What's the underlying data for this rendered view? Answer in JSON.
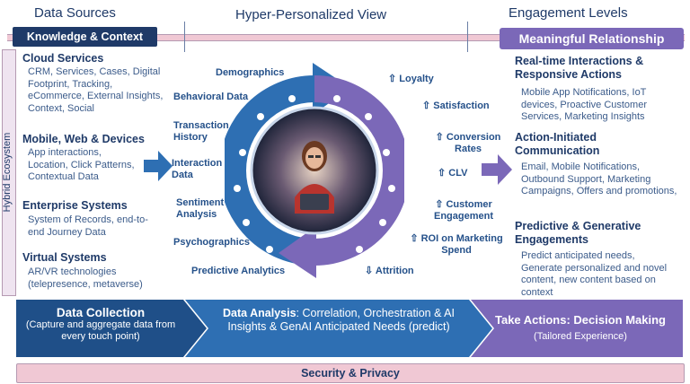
{
  "headers": {
    "data_sources": "Data Sources",
    "hyper_view": "Hyper-Personalized View",
    "engagement_levels": "Engagement Levels",
    "knowledge_context": "Knowledge & Context",
    "meaningful_relationship": "Meaningful Relationship",
    "hybrid_ecosystem": "Hybrid Ecosystem"
  },
  "left": {
    "cloud": {
      "title": "Cloud Services",
      "body": "CRM, Services, Cases, Digital Footprint, Tracking, eCommerce, External Insights, Context, Social"
    },
    "mobile": {
      "title": "Mobile, Web & Devices",
      "body": "App interactions, Location, Click Patterns, Contextual Data"
    },
    "enterprise": {
      "title": "Enterprise Systems",
      "body": "System of Records, end-to-end Journey Data"
    },
    "virtual": {
      "title": "Virtual Systems",
      "body": "AR/VR technologies (telepresence,  metaverse)"
    }
  },
  "center_left_labels": [
    "Demographics",
    "Behavioral Data",
    "Transaction History",
    "Interaction Data",
    "Sentiment Analysis",
    "Psychographics",
    "Predictive Analytics"
  ],
  "center_right_labels": [
    "Loyalty",
    "Satisfaction",
    "Conversion Rates",
    "CLV",
    "Customer Engagement",
    "ROI on Marketing Spend",
    "Attrition"
  ],
  "right": {
    "realtime": {
      "title": "Real-time Interactions & Responsive Actions",
      "body": "Mobile App Notifications, IoT devices, Proactive Customer Services, Marketing Insights"
    },
    "action": {
      "title": "Action-Initiated Communication",
      "body": "Email, Mobile Notifications, Outbound Support, Marketing Campaigns, Offers and promotions,"
    },
    "predictive": {
      "title": "Predictive & Generative Engagements",
      "body": "Predict anticipated needs, Generate personalized and novel content, new content based on context"
    }
  },
  "bottom": {
    "collection_title": "Data Collection",
    "collection_body": "(Capture and aggregate data from every touch point)",
    "analysis_title": "Data Analysis",
    "analysis_body": ": Correlation, Orchestration & AI Insights & GenAI Anticipated Needs (predict)",
    "actions_title": "Take Actions: Decision Making",
    "actions_body": " (Tailored Experience)",
    "security": "Security & Privacy"
  },
  "colors": {
    "navy": "#1f3a68",
    "blue": "#2e6fb3",
    "purple": "#7b68b8",
    "pink": "#f0c8d4"
  }
}
